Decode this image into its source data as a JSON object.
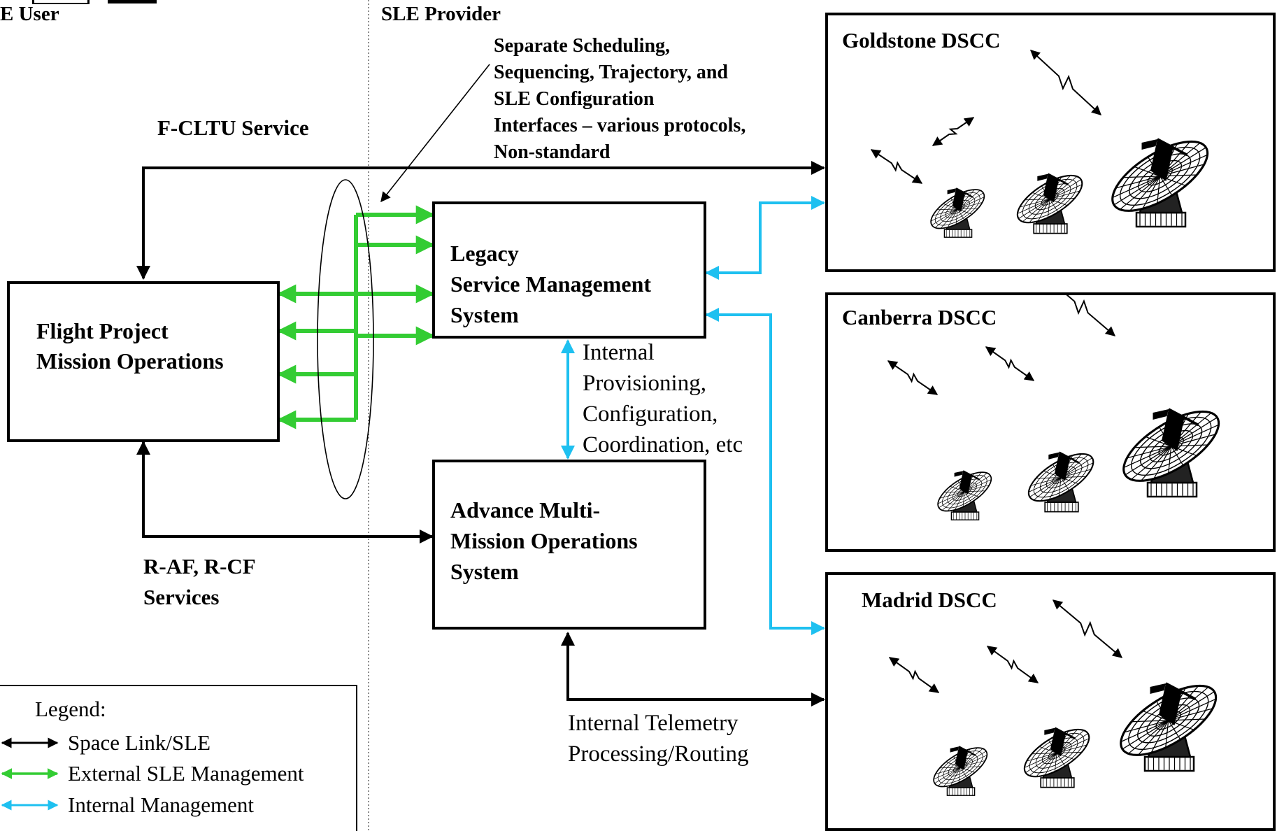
{
  "headers": {
    "user": "E User",
    "provider": "SLE Provider"
  },
  "annotations": {
    "separate_interfaces": [
      "Separate Scheduling,",
      "Sequencing, Trajectory, and",
      "SLE Configuration",
      "Interfaces – various protocols,",
      "Non-standard"
    ],
    "fcltu": "F-CLTU Service",
    "raf_rcf": [
      "R-AF, R-CF",
      "Services"
    ],
    "internal_provisioning": [
      "Internal",
      "Provisioning,",
      "Configuration,",
      "Coordination, etc"
    ],
    "internal_telemetry": [
      "Internal Telemetry",
      "Processing/Routing"
    ]
  },
  "boxes": {
    "flight_project": [
      "Flight Project",
      "Mission Operations"
    ],
    "legacy": [
      "Legacy",
      "Service Management",
      "System"
    ],
    "advance": [
      "Advance Multi-",
      "Mission Operations",
      "System"
    ],
    "goldstone": "Goldstone DSCC",
    "canberra": "Canberra DSCC",
    "madrid": "Madrid DSCC"
  },
  "legend": {
    "title": "Legend:",
    "items": [
      "Space Link/SLE",
      "External SLE Management",
      "Internal Management"
    ]
  },
  "colors": {
    "space_link": "#000000",
    "external_sle": "#33cc33",
    "internal": "#1ec0f0"
  },
  "icons": [
    "radio-link-icon",
    "antenna-dish-icon"
  ]
}
